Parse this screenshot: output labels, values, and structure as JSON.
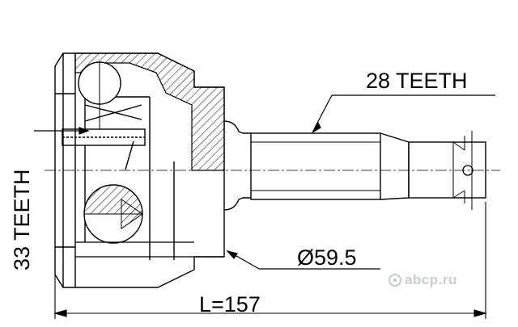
{
  "labels": {
    "spline_outer": "28 TEETH",
    "spline_inner": "33 TEETH",
    "diameter": "Ø59.5",
    "length": "L=157"
  },
  "watermark": {
    "text": "abcp.ru",
    "color": "#c8cdd2"
  }
}
